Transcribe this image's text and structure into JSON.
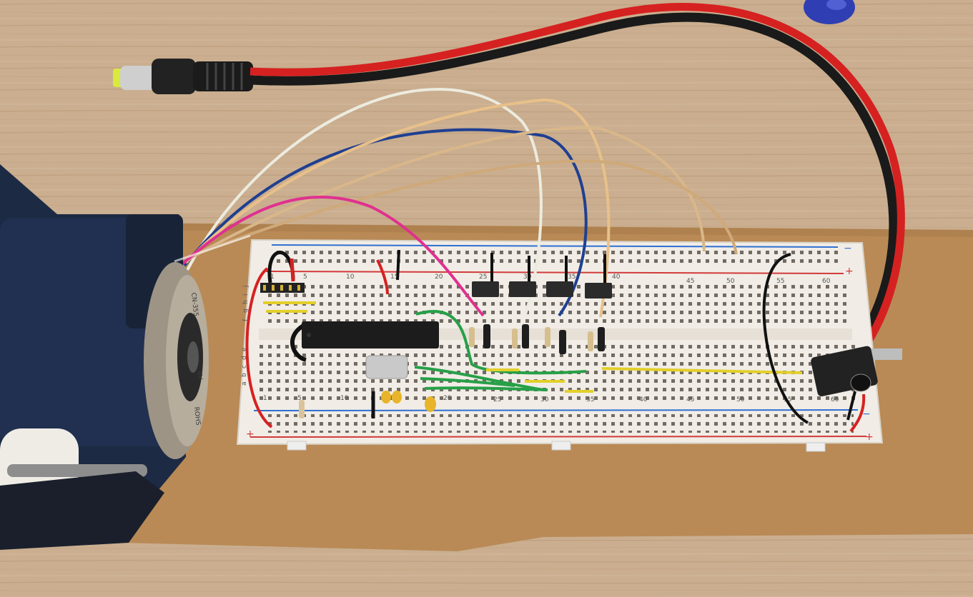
{
  "breadboard": {
    "row_numbers": [
      "1",
      "5",
      "10",
      "15",
      "20",
      "25",
      "30",
      "35",
      "40",
      "45",
      "50",
      "55",
      "60"
    ],
    "top_row_numbers": [
      "1",
      "5",
      "10",
      "15",
      "20",
      "25",
      "30",
      "35",
      "40",
      "45",
      "50",
      "55",
      "60"
    ],
    "row_letters_top": [
      "j",
      "i",
      "h",
      "g",
      "f"
    ],
    "row_letters_bottom": [
      "e",
      "d",
      "c",
      "b",
      "a"
    ],
    "rail_plus": "+",
    "rail_minus": "−"
  },
  "motor": {
    "label_lines": [
      "CN-355",
      "6V",
      "ROHS"
    ]
  },
  "colors": {
    "wood": "#c9ab8a",
    "cardboard": "#b88a55",
    "board": "#f1ede6",
    "red_wire": "#d62121",
    "black_wire": "#1a1a1a",
    "blue_rail": "#2f6fd1",
    "red_rail": "#d23a3a",
    "green_wire": "#27a048",
    "yellow_wire": "#e3cf2b"
  }
}
